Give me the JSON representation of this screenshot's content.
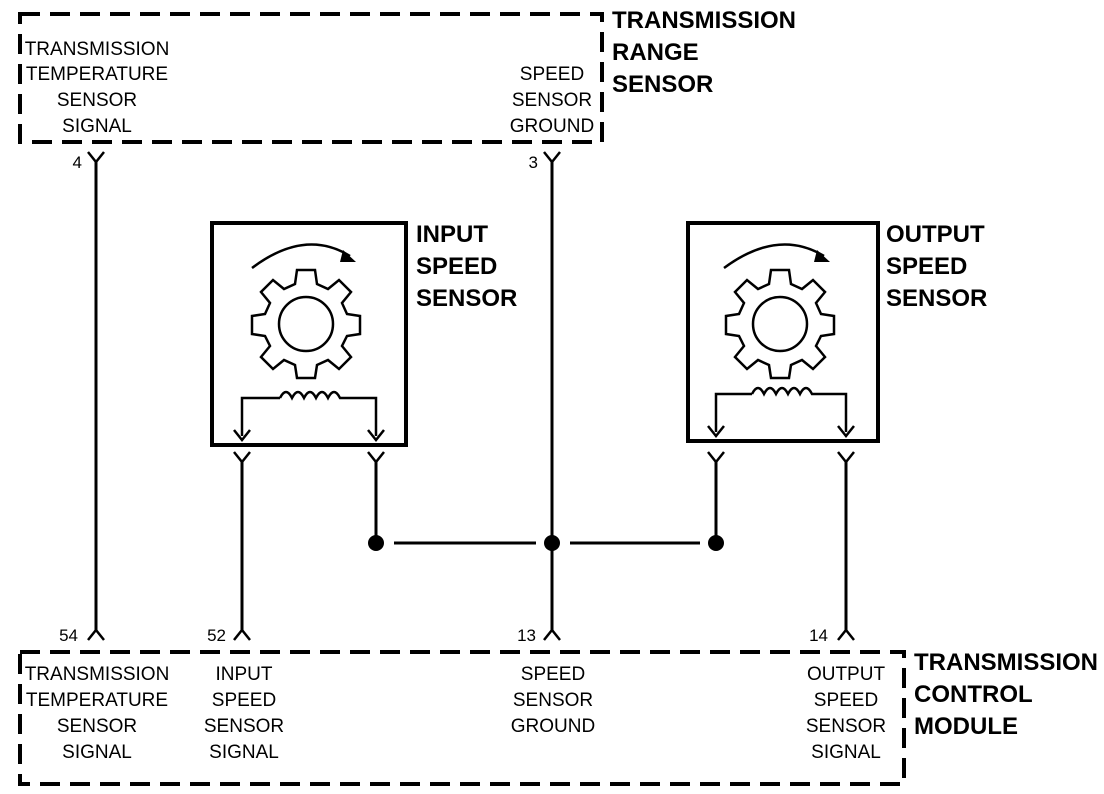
{
  "range_sensor": {
    "title_lines": [
      "TRANSMISSION",
      "RANGE",
      "SENSOR"
    ],
    "temp_signal_lines": [
      "TRANSMISSION",
      "TEMPERATURE",
      "SENSOR",
      "SIGNAL"
    ],
    "ground_lines": [
      "SPEED",
      "SENSOR",
      "GROUND"
    ],
    "pin_temp": "4",
    "pin_ground": "3"
  },
  "input_sensor": {
    "title_lines": [
      "INPUT",
      "SPEED",
      "SENSOR"
    ]
  },
  "output_sensor": {
    "title_lines": [
      "OUTPUT",
      "SPEED",
      "SENSOR"
    ]
  },
  "control_module": {
    "title_lines": [
      "TRANSMISSION",
      "CONTROL",
      "MODULE"
    ],
    "temp_signal_lines": [
      "TRANSMISSION",
      "TEMPERATURE",
      "SENSOR",
      "SIGNAL"
    ],
    "input_signal_lines": [
      "INPUT",
      "SPEED",
      "SENSOR",
      "SIGNAL"
    ],
    "ground_lines": [
      "SPEED",
      "SENSOR",
      "GROUND"
    ],
    "output_signal_lines": [
      "OUTPUT",
      "SPEED",
      "SENSOR",
      "SIGNAL"
    ],
    "pin_temp": "54",
    "pin_input": "52",
    "pin_ground": "13",
    "pin_output": "14"
  }
}
